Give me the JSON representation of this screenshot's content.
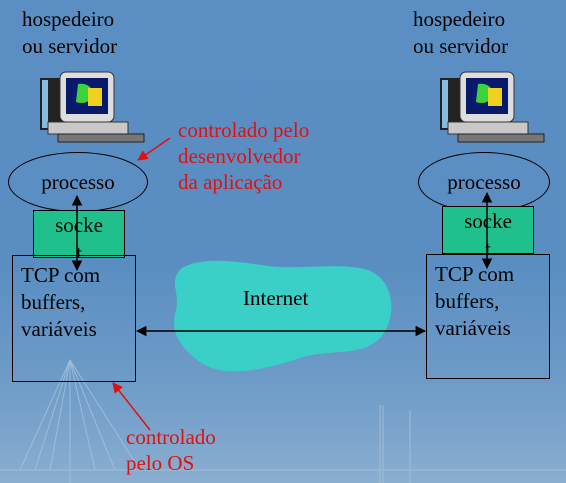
{
  "left_host": {
    "label_line1": "hospedeiro",
    "label_line2": "ou servidor",
    "process": "processo",
    "socket_line1": "socke",
    "socket_line2": "t",
    "tcp_line1": "TCP com",
    "tcp_line2": "buffers,",
    "tcp_line3": "variáveis"
  },
  "right_host": {
    "label_line1": "hospedeiro",
    "label_line2": "ou servidor",
    "process": "processo",
    "socket_line1": "socke",
    "socket_line2": "t",
    "tcp_line1": "TCP com",
    "tcp_line2": "buffers,",
    "tcp_line3": "variáveis"
  },
  "internet_label": "Internet",
  "annotation_app": {
    "line1": "controlado pelo",
    "line2": "desenvolvedor",
    "line3": "da aplicação"
  },
  "annotation_os": {
    "line1": "controlado",
    "line2": "pelo OS"
  },
  "colors": {
    "background": "#5b8fc4",
    "socket": "#1fc08c",
    "internet_cloud": "#3ad0c8",
    "annotation": "#e01010"
  },
  "icons": [
    "computer-icon",
    "computer-icon"
  ]
}
